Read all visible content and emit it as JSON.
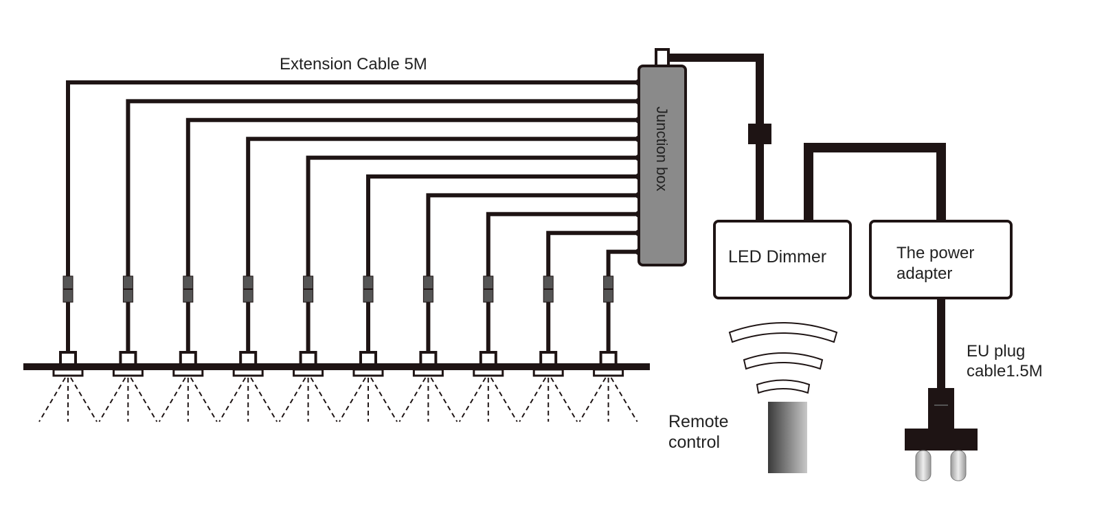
{
  "labels": {
    "extension_cable": "Extension Cable 5M",
    "junction_box": "Junction box",
    "led_dimmer": "LED Dimmer",
    "power_adapter_line1": "The power",
    "power_adapter_line2": "adapter",
    "eu_plug_line1": "EU plug",
    "eu_plug_line2": "cable1.5M",
    "remote_line1": "Remote",
    "remote_line2": "control"
  },
  "lights": {
    "count": 10
  },
  "colors": {
    "cable": "#1e1414",
    "junction_box": "#8a8a8a",
    "connector": "#555555"
  }
}
